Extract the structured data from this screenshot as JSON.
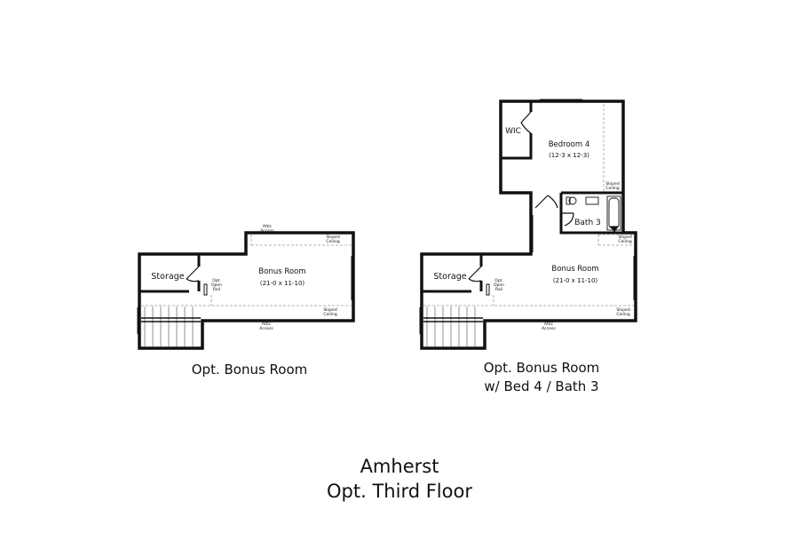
{
  "page": {
    "title_line1": "Amherst",
    "title_line2": "Opt. Third Floor"
  },
  "plan_left": {
    "caption": "Opt. Bonus Room",
    "rooms": {
      "storage": "Storage",
      "bonus_name": "Bonus Room",
      "bonus_dims": "(21-0 x 11-10)"
    },
    "notes": {
      "attic_top_1": "Attic",
      "attic_top_2": "Access",
      "sloped_top_1": "Sloped",
      "sloped_top_2": "Ceiling",
      "rail_1": "Opt.",
      "rail_2": "Open",
      "rail_3": "Rail",
      "sloped_bottom_1": "Sloped",
      "sloped_bottom_2": "Ceiling",
      "attic_bottom_1": "Attic",
      "attic_bottom_2": "Access"
    }
  },
  "plan_right": {
    "caption_line1": "Opt. Bonus Room",
    "caption_line2": "w/ Bed 4 / Bath 3",
    "rooms": {
      "wic": "WIC",
      "bedroom_name": "Bedroom 4",
      "bedroom_dims": "(12-3 x 12-3)",
      "bath": "Bath 3",
      "storage": "Storage",
      "bonus_name": "Bonus Room",
      "bonus_dims": "(21-0 x 11-10)"
    },
    "notes": {
      "sloped_bed_1": "Sloped",
      "sloped_bed_2": "Ceiling",
      "sloped_bath_1": "Sloped",
      "sloped_bath_2": "Ceiling",
      "rail_1": "Opt.",
      "rail_2": "Open",
      "rail_3": "Rail",
      "sloped_bottom_1": "Sloped",
      "sloped_bottom_2": "Ceiling",
      "attic_bottom_1": "Attic",
      "attic_bottom_2": "Access"
    }
  },
  "colors": {
    "wall": "#111111",
    "dashed": "#9a9a9a",
    "background": "#ffffff"
  }
}
